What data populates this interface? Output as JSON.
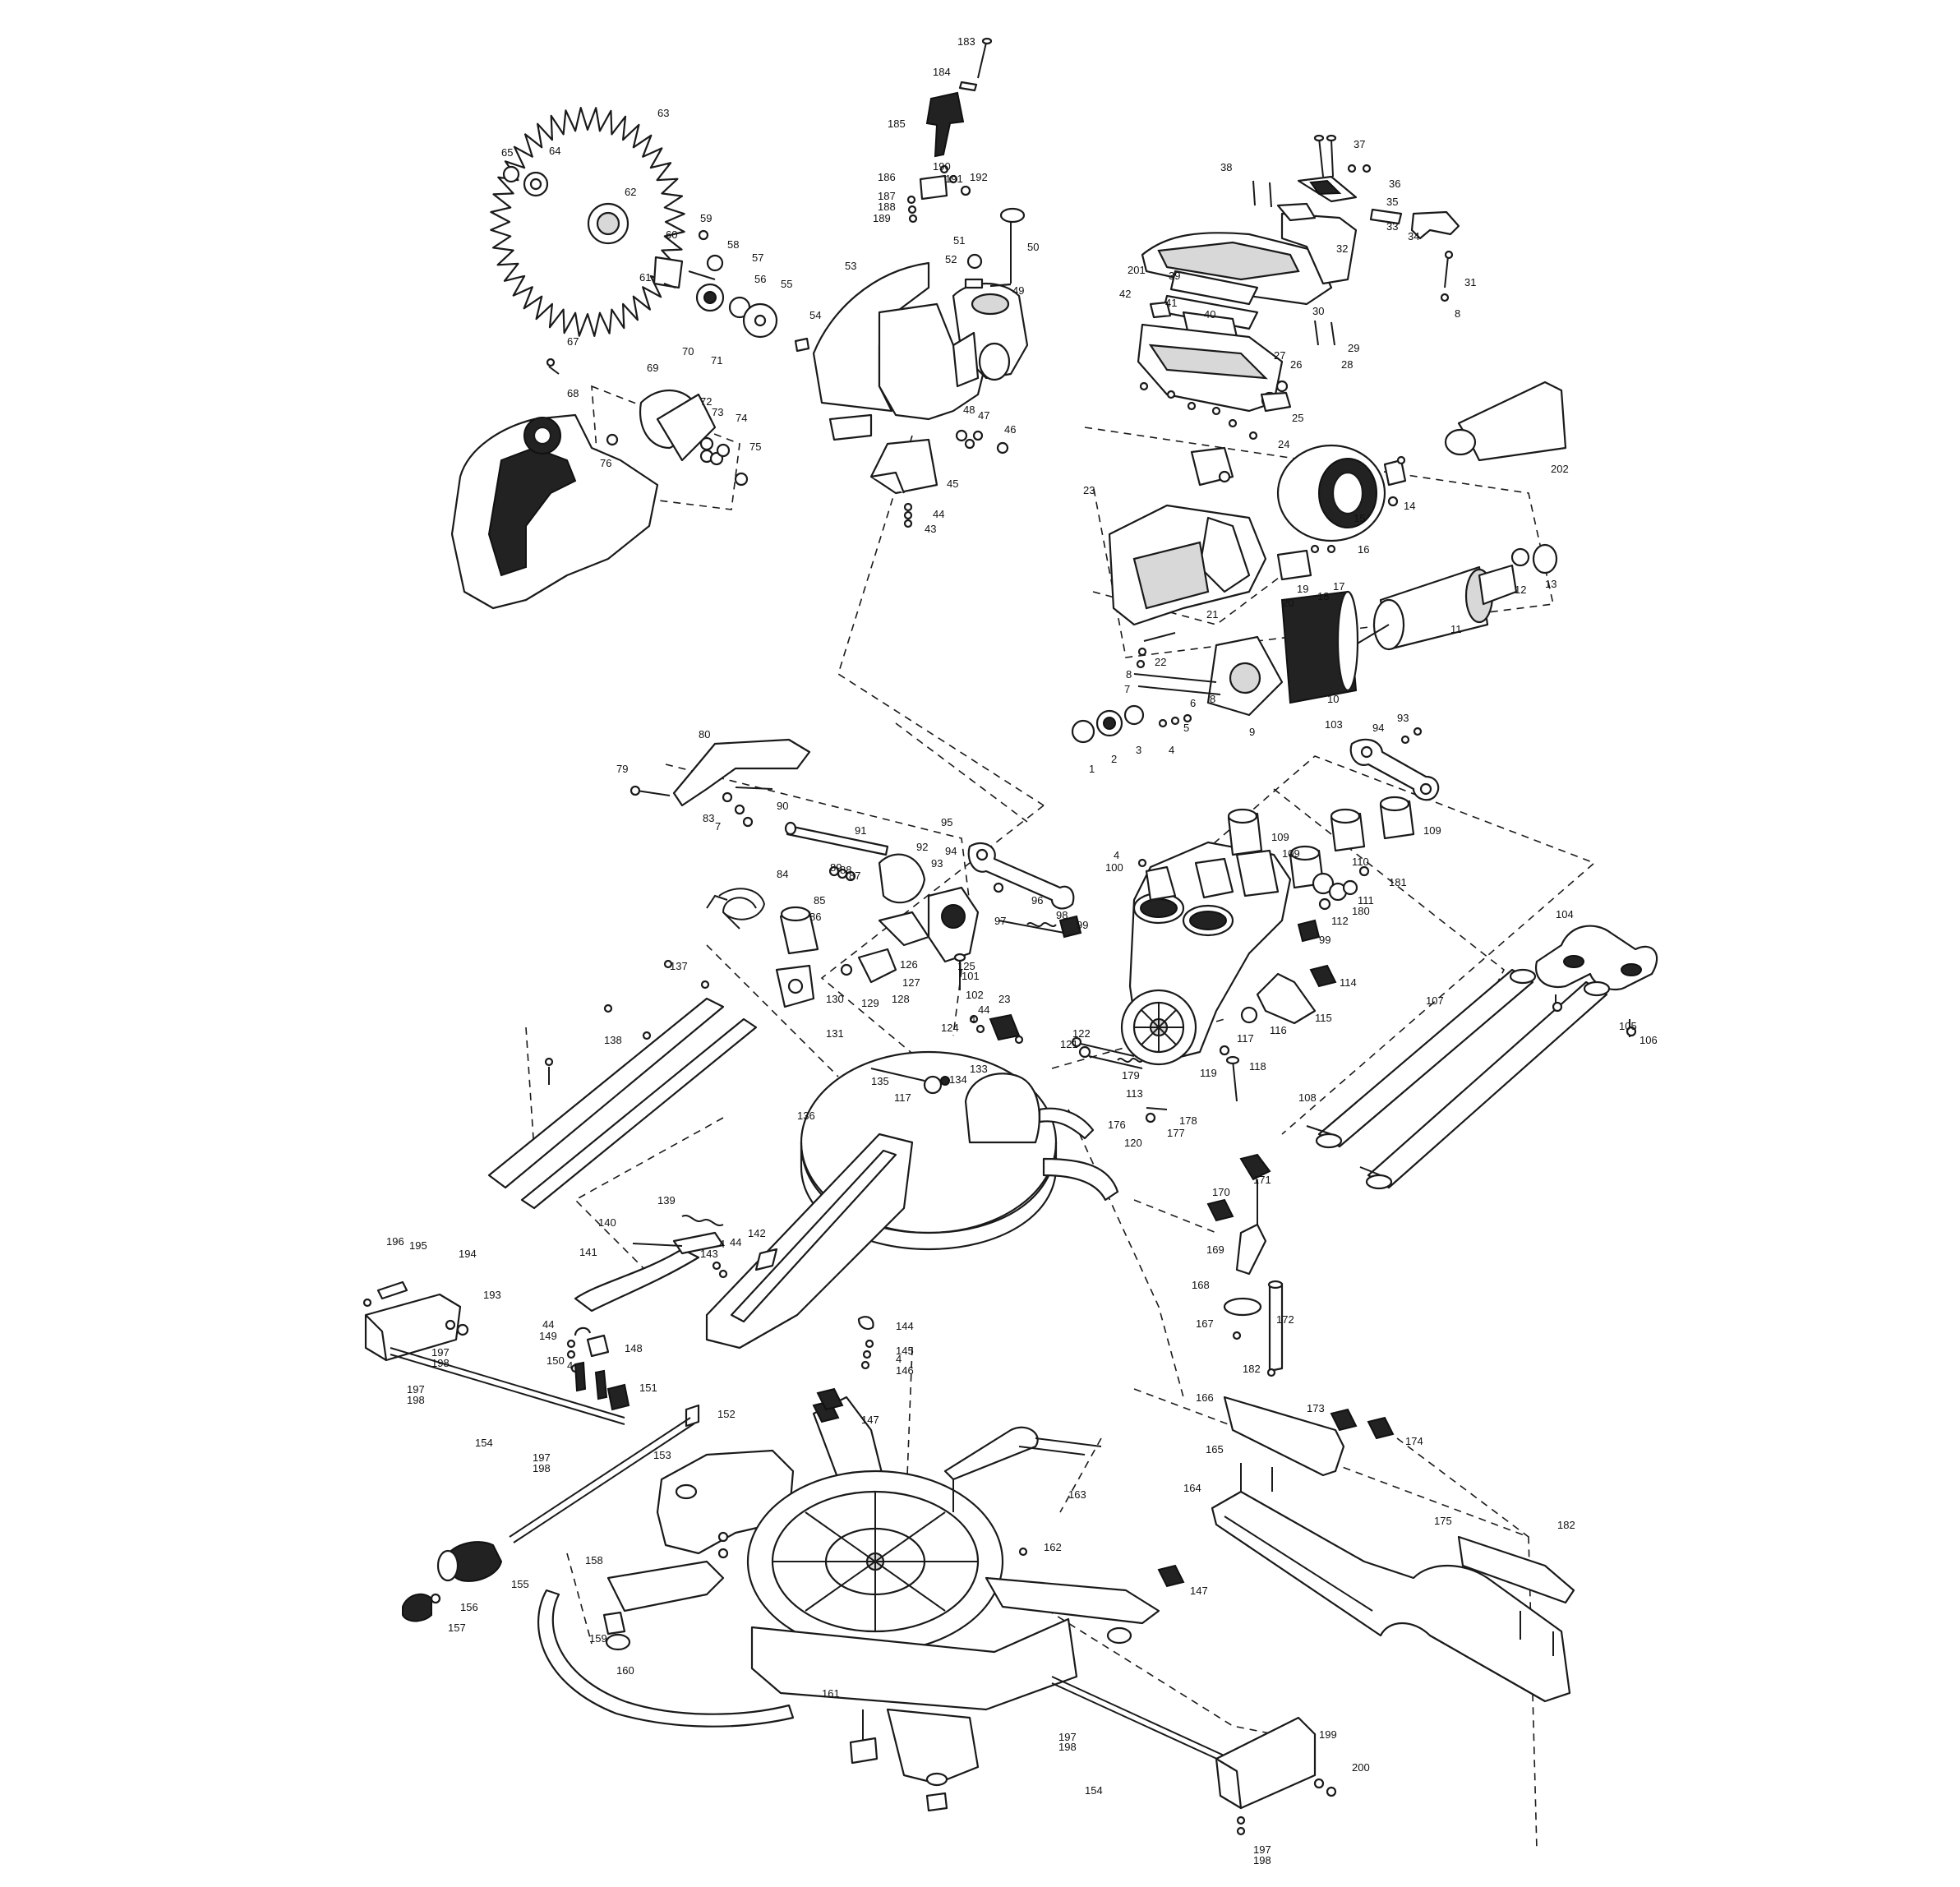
{
  "diagram": {
    "colors": {
      "ink": "#1a1a1a",
      "paper": "#ffffff",
      "shade": "#d8d8d8"
    },
    "callouts": [
      {
        "id": "c183",
        "label": "183"
      },
      {
        "id": "c184",
        "label": "184"
      },
      {
        "id": "c185",
        "label": "185"
      },
      {
        "id": "c186",
        "label": "186"
      },
      {
        "id": "c187",
        "label": "187"
      },
      {
        "id": "c188",
        "label": "188"
      },
      {
        "id": "c189",
        "label": "189"
      },
      {
        "id": "c190",
        "label": "190"
      },
      {
        "id": "c191",
        "label": "191"
      },
      {
        "id": "c192",
        "label": "192"
      },
      {
        "id": "c63",
        "label": "63"
      },
      {
        "id": "c64",
        "label": "64"
      },
      {
        "id": "c65",
        "label": "65"
      },
      {
        "id": "c62",
        "label": "62"
      },
      {
        "id": "c59",
        "label": "59"
      },
      {
        "id": "c60",
        "label": "60"
      },
      {
        "id": "c58",
        "label": "58"
      },
      {
        "id": "c57",
        "label": "57"
      },
      {
        "id": "c56",
        "label": "56"
      },
      {
        "id": "c61",
        "label": "61"
      },
      {
        "id": "c55",
        "label": "55"
      },
      {
        "id": "c54",
        "label": "54"
      },
      {
        "id": "c53",
        "label": "53"
      },
      {
        "id": "c51",
        "label": "51"
      },
      {
        "id": "c50",
        "label": "50"
      },
      {
        "id": "c52",
        "label": "52"
      },
      {
        "id": "c49",
        "label": "49"
      },
      {
        "id": "c67",
        "label": "67"
      },
      {
        "id": "c70",
        "label": "70"
      },
      {
        "id": "c71",
        "label": "71"
      },
      {
        "id": "c69",
        "label": "69"
      },
      {
        "id": "c72",
        "label": "72"
      },
      {
        "id": "c73",
        "label": "73"
      },
      {
        "id": "c74",
        "label": "74"
      },
      {
        "id": "c68",
        "label": "68"
      },
      {
        "id": "c75",
        "label": "75"
      },
      {
        "id": "c76",
        "label": "76"
      },
      {
        "id": "c48",
        "label": "48"
      },
      {
        "id": "c47",
        "label": "47"
      },
      {
        "id": "c46",
        "label": "46"
      },
      {
        "id": "c45",
        "label": "45"
      },
      {
        "id": "c44a",
        "label": "44"
      },
      {
        "id": "c43",
        "label": "43"
      },
      {
        "id": "c37",
        "label": "37"
      },
      {
        "id": "c38",
        "label": "38"
      },
      {
        "id": "c36",
        "label": "36"
      },
      {
        "id": "c35",
        "label": "35"
      },
      {
        "id": "c33",
        "label": "33"
      },
      {
        "id": "c34",
        "label": "34"
      },
      {
        "id": "c32",
        "label": "32"
      },
      {
        "id": "c201",
        "label": "201"
      },
      {
        "id": "c39",
        "label": "39"
      },
      {
        "id": "c31",
        "label": "31"
      },
      {
        "id": "c42",
        "label": "42"
      },
      {
        "id": "c41",
        "label": "41"
      },
      {
        "id": "c40",
        "label": "40"
      },
      {
        "id": "c30",
        "label": "30"
      },
      {
        "id": "c8a",
        "label": "8"
      },
      {
        "id": "c29",
        "label": "29"
      },
      {
        "id": "c28",
        "label": "28"
      },
      {
        "id": "c27",
        "label": "27"
      },
      {
        "id": "c26",
        "label": "26"
      },
      {
        "id": "c25",
        "label": "25"
      },
      {
        "id": "c24",
        "label": "24"
      },
      {
        "id": "c202",
        "label": "202"
      },
      {
        "id": "c23a",
        "label": "23"
      },
      {
        "id": "c14",
        "label": "14"
      },
      {
        "id": "c15",
        "label": "15"
      },
      {
        "id": "c16",
        "label": "16"
      },
      {
        "id": "c19",
        "label": "19"
      },
      {
        "id": "c17",
        "label": "17"
      },
      {
        "id": "c18",
        "label": "18"
      },
      {
        "id": "c20",
        "label": "20"
      },
      {
        "id": "c12",
        "label": "12"
      },
      {
        "id": "c13",
        "label": "13"
      },
      {
        "id": "c21",
        "label": "21"
      },
      {
        "id": "c11",
        "label": "11"
      },
      {
        "id": "c22",
        "label": "22"
      },
      {
        "id": "c8b",
        "label": "8"
      },
      {
        "id": "c7a",
        "label": "7"
      },
      {
        "id": "c10",
        "label": "10"
      },
      {
        "id": "c6",
        "label": "6"
      },
      {
        "id": "c8c",
        "label": "8"
      },
      {
        "id": "c9",
        "label": "9"
      },
      {
        "id": "c5",
        "label": "5"
      },
      {
        "id": "c4a",
        "label": "4"
      },
      {
        "id": "c3",
        "label": "3"
      },
      {
        "id": "c2",
        "label": "2"
      },
      {
        "id": "c1",
        "label": "1"
      },
      {
        "id": "c80",
        "label": "80"
      },
      {
        "id": "c79",
        "label": "79"
      },
      {
        "id": "c83",
        "label": "83"
      },
      {
        "id": "c7b",
        "label": "7"
      },
      {
        "id": "c90",
        "label": "90"
      },
      {
        "id": "c91",
        "label": "91"
      },
      {
        "id": "c92",
        "label": "92"
      },
      {
        "id": "c89",
        "label": "89"
      },
      {
        "id": "c88",
        "label": "88"
      },
      {
        "id": "c87",
        "label": "87"
      },
      {
        "id": "c84",
        "label": "84"
      },
      {
        "id": "c85",
        "label": "85"
      },
      {
        "id": "c86",
        "label": "86"
      },
      {
        "id": "c95",
        "label": "95"
      },
      {
        "id": "c94a",
        "label": "94"
      },
      {
        "id": "c93a",
        "label": "93"
      },
      {
        "id": "c96",
        "label": "96"
      },
      {
        "id": "c97",
        "label": "97"
      },
      {
        "id": "c98",
        "label": "98"
      },
      {
        "id": "c99a",
        "label": "99"
      },
      {
        "id": "c126",
        "label": "126"
      },
      {
        "id": "c125",
        "label": "125"
      },
      {
        "id": "c127",
        "label": "127"
      },
      {
        "id": "c129",
        "label": "129"
      },
      {
        "id": "c128",
        "label": "128"
      },
      {
        "id": "c130",
        "label": "130"
      },
      {
        "id": "c131",
        "label": "131"
      },
      {
        "id": "c101",
        "label": "101"
      },
      {
        "id": "c102",
        "label": "102"
      },
      {
        "id": "c23b",
        "label": "23"
      },
      {
        "id": "c44b",
        "label": "44"
      },
      {
        "id": "c4b",
        "label": "4"
      },
      {
        "id": "c124",
        "label": "124"
      },
      {
        "id": "c103",
        "label": "103"
      },
      {
        "id": "c94b",
        "label": "94"
      },
      {
        "id": "c93b",
        "label": "93"
      },
      {
        "id": "c109a",
        "label": "109"
      },
      {
        "id": "c109b",
        "label": "109"
      },
      {
        "id": "c109c",
        "label": "109"
      },
      {
        "id": "c110",
        "label": "110"
      },
      {
        "id": "c181",
        "label": "181"
      },
      {
        "id": "c111",
        "label": "111"
      },
      {
        "id": "c180",
        "label": "180"
      },
      {
        "id": "c112",
        "label": "112"
      },
      {
        "id": "c4c",
        "label": "4"
      },
      {
        "id": "c100",
        "label": "100"
      },
      {
        "id": "c99b",
        "label": "99"
      },
      {
        "id": "c114",
        "label": "114"
      },
      {
        "id": "c115",
        "label": "115"
      },
      {
        "id": "c116",
        "label": "116"
      },
      {
        "id": "c117a",
        "label": "117"
      },
      {
        "id": "c118",
        "label": "118"
      },
      {
        "id": "c119",
        "label": "119"
      },
      {
        "id": "c122",
        "label": "122"
      },
      {
        "id": "c121",
        "label": "121"
      },
      {
        "id": "c179",
        "label": "179"
      },
      {
        "id": "c113",
        "label": "113"
      },
      {
        "id": "c104",
        "label": "104"
      },
      {
        "id": "c107",
        "label": "107"
      },
      {
        "id": "c105",
        "label": "105"
      },
      {
        "id": "c106",
        "label": "106"
      },
      {
        "id": "c108",
        "label": "108"
      },
      {
        "id": "c137",
        "label": "137"
      },
      {
        "id": "c138",
        "label": "138"
      },
      {
        "id": "c135",
        "label": "135"
      },
      {
        "id": "c133",
        "label": "133"
      },
      {
        "id": "c134",
        "label": "134"
      },
      {
        "id": "c117b",
        "label": "117"
      },
      {
        "id": "c176",
        "label": "176"
      },
      {
        "id": "c178",
        "label": "178"
      },
      {
        "id": "c177",
        "label": "177"
      },
      {
        "id": "c136",
        "label": "136"
      },
      {
        "id": "c120",
        "label": "120"
      },
      {
        "id": "c171",
        "label": "171"
      },
      {
        "id": "c170",
        "label": "170"
      },
      {
        "id": "c169",
        "label": "169"
      },
      {
        "id": "c168",
        "label": "168"
      },
      {
        "id": "c172",
        "label": "172"
      },
      {
        "id": "c167",
        "label": "167"
      },
      {
        "id": "c139",
        "label": "139"
      },
      {
        "id": "c140",
        "label": "140"
      },
      {
        "id": "c142",
        "label": "142"
      },
      {
        "id": "c141",
        "label": "141"
      },
      {
        "id": "c143",
        "label": "143"
      },
      {
        "id": "c4d",
        "label": "4"
      },
      {
        "id": "c44c",
        "label": "44"
      },
      {
        "id": "c196",
        "label": "196"
      },
      {
        "id": "c195",
        "label": "195"
      },
      {
        "id": "c194",
        "label": "194"
      },
      {
        "id": "c193",
        "label": "193"
      },
      {
        "id": "c44d",
        "label": "44"
      },
      {
        "id": "c149",
        "label": "149"
      },
      {
        "id": "c150",
        "label": "150"
      },
      {
        "id": "c4e",
        "label": "4"
      },
      {
        "id": "c148",
        "label": "148"
      },
      {
        "id": "c197a",
        "label": "197"
      },
      {
        "id": "c198a",
        "label": "198"
      },
      {
        "id": "c197b",
        "label": "197"
      },
      {
        "id": "c198b",
        "label": "198"
      },
      {
        "id": "c151",
        "label": "151"
      },
      {
        "id": "c144",
        "label": "144"
      },
      {
        "id": "c145",
        "label": "145"
      },
      {
        "id": "c4f",
        "label": "4"
      },
      {
        "id": "c146",
        "label": "146"
      },
      {
        "id": "c182a",
        "label": "182"
      },
      {
        "id": "c152",
        "label": "152"
      },
      {
        "id": "c147a",
        "label": "147"
      },
      {
        "id": "c166",
        "label": "166"
      },
      {
        "id": "c173",
        "label": "173"
      },
      {
        "id": "c174",
        "label": "174"
      },
      {
        "id": "c154a",
        "label": "154"
      },
      {
        "id": "c153",
        "label": "153"
      },
      {
        "id": "c197c",
        "label": "197"
      },
      {
        "id": "c198c",
        "label": "198"
      },
      {
        "id": "c165",
        "label": "165"
      },
      {
        "id": "c163",
        "label": "163"
      },
      {
        "id": "c164",
        "label": "164"
      },
      {
        "id": "c175",
        "label": "175"
      },
      {
        "id": "c182b",
        "label": "182"
      },
      {
        "id": "c162",
        "label": "162"
      },
      {
        "id": "c158",
        "label": "158"
      },
      {
        "id": "c155",
        "label": "155"
      },
      {
        "id": "c147b",
        "label": "147"
      },
      {
        "id": "c156",
        "label": "156"
      },
      {
        "id": "c157",
        "label": "157"
      },
      {
        "id": "c159",
        "label": "159"
      },
      {
        "id": "c160",
        "label": "160"
      },
      {
        "id": "c161",
        "label": "161"
      },
      {
        "id": "c199",
        "label": "199"
      },
      {
        "id": "c197d",
        "label": "197"
      },
      {
        "id": "c198d",
        "label": "198"
      },
      {
        "id": "c200",
        "label": "200"
      },
      {
        "id": "c154b",
        "label": "154"
      },
      {
        "id": "c197e",
        "label": "197"
      },
      {
        "id": "c198e",
        "label": "198"
      }
    ]
  }
}
